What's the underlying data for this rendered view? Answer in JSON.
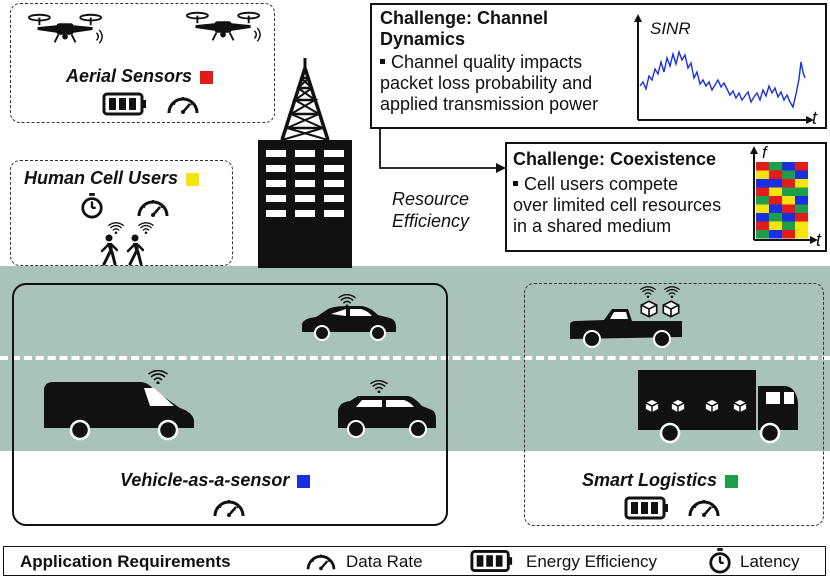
{
  "aerial": {
    "title": "Aerial Sensors",
    "color": "#e21b1b"
  },
  "human": {
    "title": "Human Cell Users",
    "color": "#f5e40d"
  },
  "vehicle": {
    "title": "Vehicle-as-a-sensor",
    "color": "#1a2fe0"
  },
  "logistics": {
    "title": "Smart Logistics",
    "color": "#1e9e4a"
  },
  "challenge_channel": {
    "title_line1": "Challenge: Channel",
    "title_line2": "Dynamics",
    "body": [
      "Channel quality impacts",
      "packet loss probability and",
      "applied transmission power"
    ],
    "plot_ylabel": "SINR",
    "plot_xlabel": "t"
  },
  "challenge_coexistence": {
    "title": "Challenge: Coexistence",
    "body": [
      "Cell users compete",
      "over limited cell resources",
      "in a shared medium"
    ],
    "plot_ylabel": "f",
    "plot_xlabel": "t"
  },
  "resource": {
    "line1": "Resource",
    "line2": "Efficiency"
  },
  "legend": {
    "title": "Application Requirements",
    "data_rate": "Data Rate",
    "energy": "Energy Efficiency",
    "latency": "Latency"
  },
  "icons": {
    "drone": "drone-icon",
    "battery": "battery-icon",
    "gauge": "speedometer-icon",
    "stopwatch": "stopwatch-icon",
    "tower": "cell-tower-icon",
    "building": "building-icon",
    "walker": "pedestrian-icon",
    "car": "car-icon",
    "van": "van-icon",
    "suv": "suv-icon",
    "pickup": "pickup-truck-icon",
    "truck": "delivery-truck-icon"
  }
}
